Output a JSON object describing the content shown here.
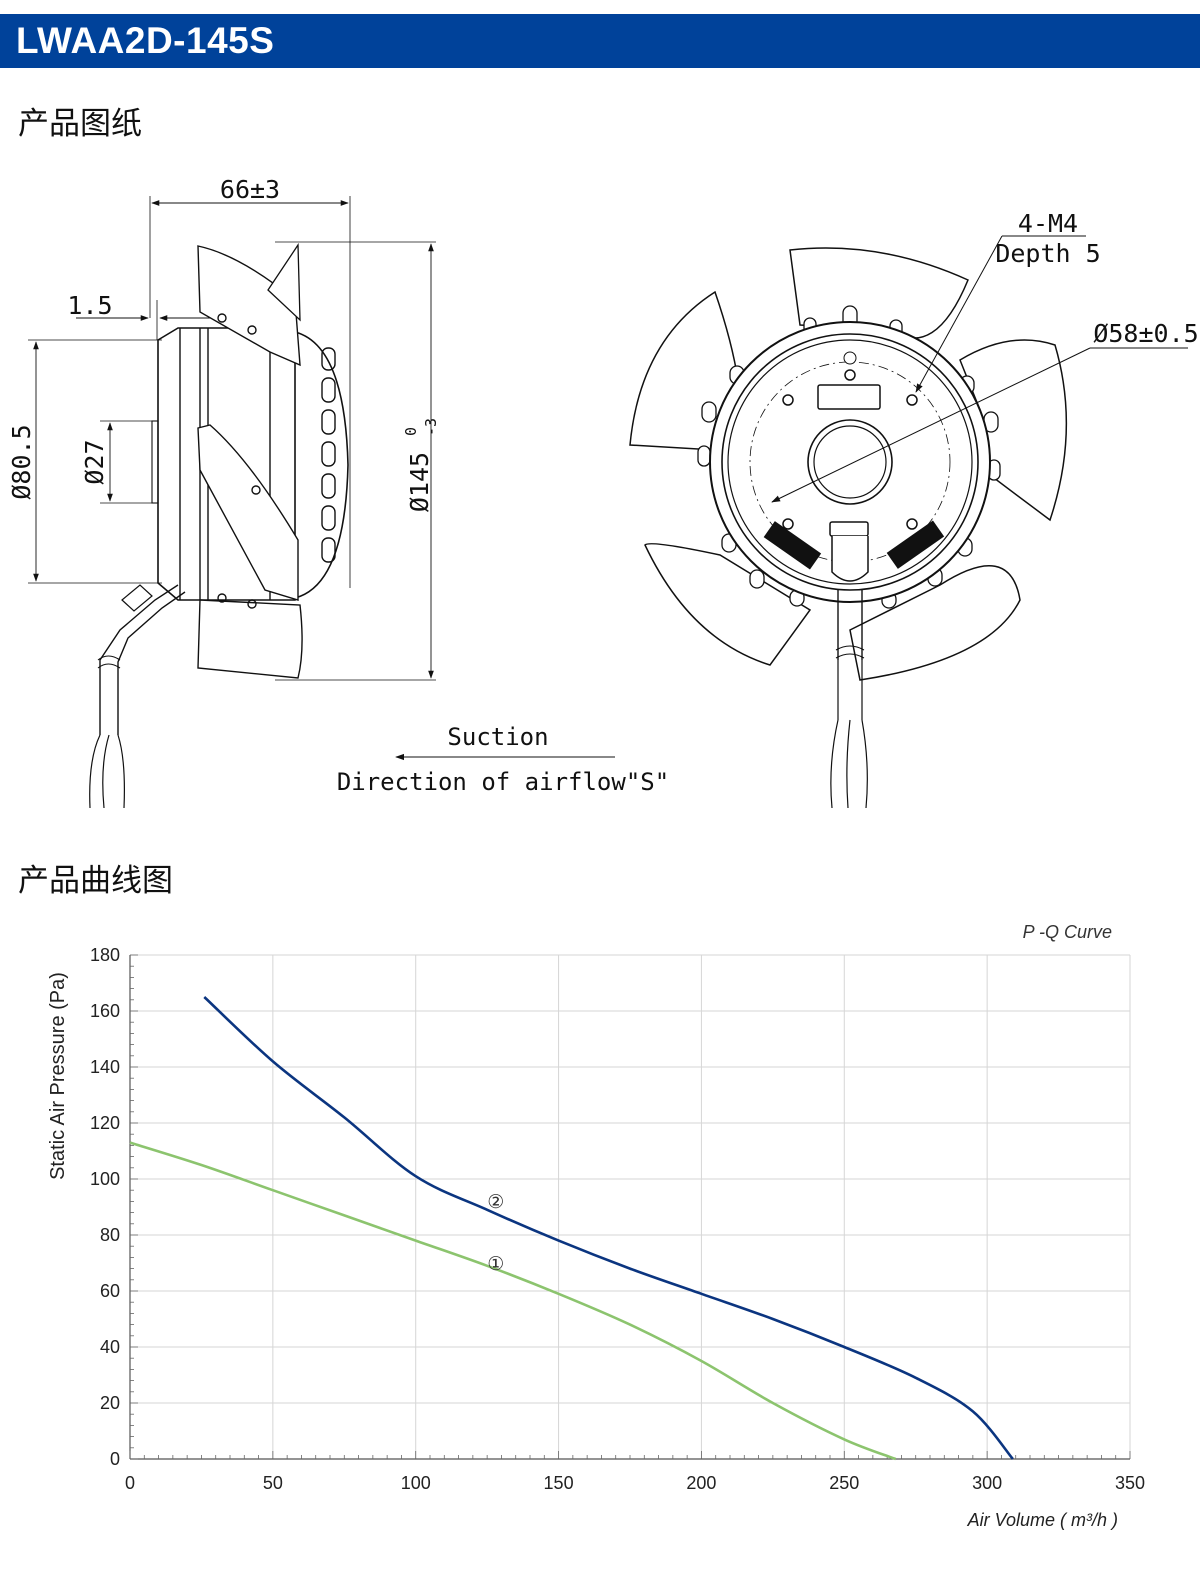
{
  "header": {
    "title": "LWAA2D-145S",
    "bg_color": "#00429a"
  },
  "sections": {
    "drawing_title": "产品图纸",
    "curve_title": "产品曲线图"
  },
  "drawing": {
    "dim_width": "66±3",
    "dim_offset": "1.5",
    "dim_outer_dia": "Ø80.5",
    "dim_shaft_dia": "Ø27",
    "dim_fan_dia": "Ø145",
    "dim_fan_tol_upper": "0",
    "dim_fan_tol_lower": "-3",
    "screw_label": "4-M4",
    "depth_label": "Depth 5",
    "pcd_label": "Ø58±0.5",
    "airflow_label_top": "Suction",
    "airflow_label_bottom": "Direction of airflow\"S\""
  },
  "chart_data": {
    "type": "line",
    "title": "P -Q Curve",
    "xlabel": "Air Volume ( m³/h )",
    "ylabel": "Static Air Pressure  (Pa)",
    "xlim": [
      0,
      350
    ],
    "ylim": [
      0,
      180
    ],
    "x_ticks": [
      0,
      50,
      100,
      150,
      200,
      250,
      300,
      350
    ],
    "y_ticks": [
      0,
      20,
      40,
      60,
      80,
      100,
      120,
      140,
      160,
      180
    ],
    "grid": true,
    "series": [
      {
        "name": "①",
        "color": "#8cc46e",
        "points": [
          [
            0,
            113
          ],
          [
            25,
            105
          ],
          [
            50,
            96
          ],
          [
            75,
            87
          ],
          [
            100,
            78
          ],
          [
            125,
            69
          ],
          [
            150,
            59
          ],
          [
            175,
            48
          ],
          [
            200,
            35
          ],
          [
            225,
            20
          ],
          [
            250,
            7
          ],
          [
            268,
            0
          ]
        ]
      },
      {
        "name": "②",
        "color": "#0b3580",
        "points": [
          [
            26,
            165
          ],
          [
            50,
            142
          ],
          [
            75,
            122
          ],
          [
            100,
            101
          ],
          [
            125,
            89
          ],
          [
            150,
            78
          ],
          [
            175,
            68
          ],
          [
            200,
            59
          ],
          [
            225,
            50
          ],
          [
            250,
            40
          ],
          [
            275,
            29
          ],
          [
            295,
            17
          ],
          [
            309,
            0
          ]
        ]
      }
    ]
  }
}
